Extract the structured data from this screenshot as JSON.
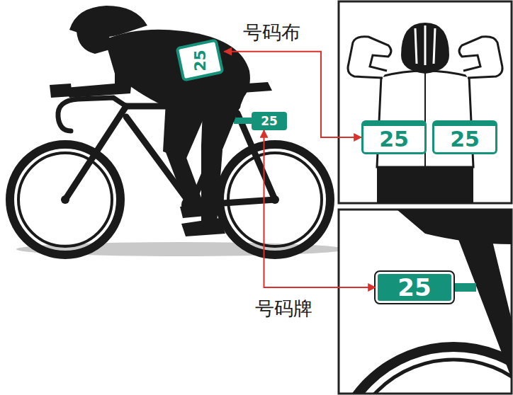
{
  "diagram": {
    "nodes": [
      {
        "text": [
          "25"
        ]
      },
      {
        "text": [
          "25"
        ]
      },
      {
        "text": [
          "25"
        ]
      },
      {
        "text": [
          "25"
        ]
      },
      {
        "text": [
          "25"
        ]
      }
    ],
    "edges": [
      {
        "from": 0,
        "to": 2,
        "arrow": "both"
      },
      {
        "from": 1,
        "to": 4,
        "arrow": "both"
      }
    ],
    "labels": [
      "号码布",
      "号码牌"
    ]
  }
}
